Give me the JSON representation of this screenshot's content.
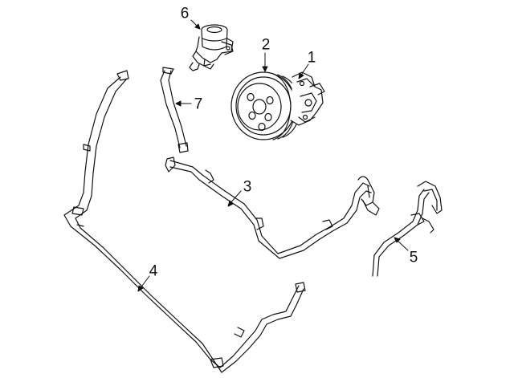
{
  "diagram": {
    "callouts": [
      {
        "id": "1",
        "label": "1",
        "part": "power-steering-pump"
      },
      {
        "id": "2",
        "label": "2",
        "part": "pump-pulley"
      },
      {
        "id": "3",
        "label": "3",
        "part": "pressure-hose"
      },
      {
        "id": "4",
        "label": "4",
        "part": "return-line"
      },
      {
        "id": "5",
        "label": "5",
        "part": "cooler-line"
      },
      {
        "id": "6",
        "label": "6",
        "part": "reservoir"
      },
      {
        "id": "7",
        "label": "7",
        "part": "reservoir-hose"
      }
    ],
    "line_color": "#111111",
    "background_color": "#ffffff"
  }
}
